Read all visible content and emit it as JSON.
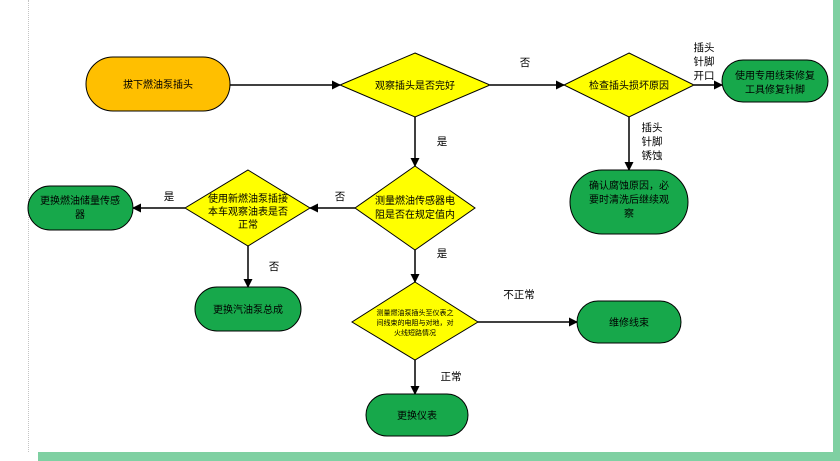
{
  "colors": {
    "start": "#ffbf00",
    "decision": "#ffff00",
    "action": "#17a84b",
    "outline": "#000000",
    "band": "#7fd0a2"
  },
  "nodes": {
    "start": "拔下燃油泵插头",
    "check_plug": "观察插头是否完好",
    "check_damage": "检查插头损坏原因",
    "repair_pins": [
      "使用专用线束修复",
      "工具修复针脚"
    ],
    "confirm_corrosion": [
      "确认腐蚀原因，必",
      "要时清洗后继续观",
      "察"
    ],
    "measure_resistance": [
      "测量燃油传感器电",
      "阻是否在规定值内"
    ],
    "use_new_plug": [
      "使用新燃油泵插接",
      "本车观察油表是否",
      "正常"
    ],
    "replace_sender": [
      "更换燃油储量传感",
      "器"
    ],
    "replace_pump": "更换汽油泵总成",
    "measure_wiring": [
      "测量燃油泵插头至仪表之",
      "间线束的电阻与对地，对",
      "火线短路情况"
    ],
    "repair_wiring": "维修线束",
    "replace_gauge": "更换仪表"
  },
  "edges": {
    "no_1": "否",
    "pins_open": [
      "插头",
      "针脚",
      "开口"
    ],
    "pins_corroded": [
      "插头",
      "针脚",
      "锈蚀"
    ],
    "yes_1": "是",
    "no_2": "否",
    "yes_2": "是",
    "no_3": "否",
    "yes_3": "是",
    "abnormal": "不正常",
    "normal": "正常"
  }
}
